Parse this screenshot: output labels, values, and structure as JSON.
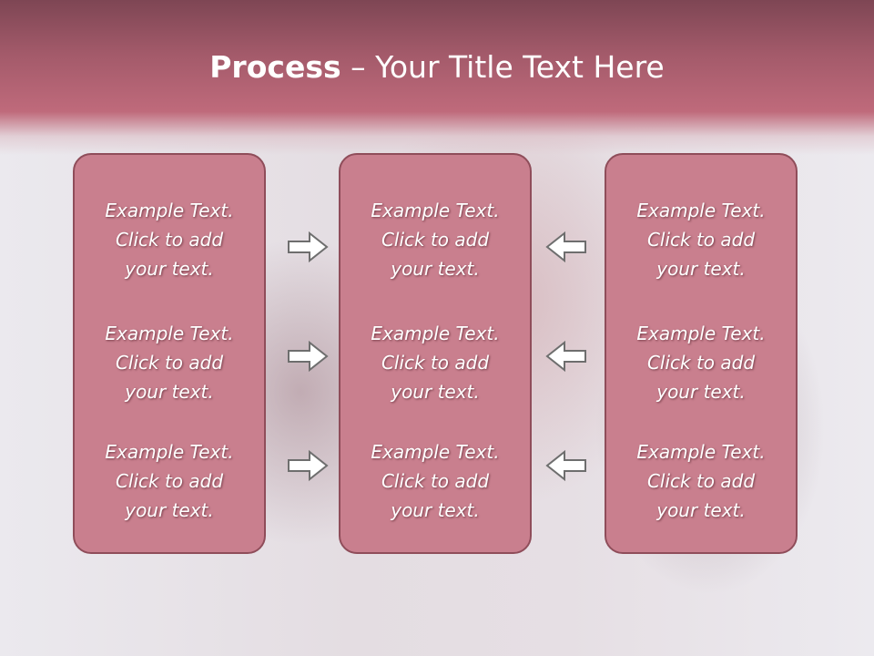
{
  "slide": {
    "title_bold": "Process",
    "title_rest": " – Your Title Text Here"
  },
  "columns": [
    {
      "items": [
        [
          "Example Text.",
          "Click  to add",
          "your text."
        ],
        [
          "Example Text.",
          "Click  to add",
          "your text."
        ],
        [
          "Example Text.",
          "Click  to add",
          "your text."
        ]
      ]
    },
    {
      "items": [
        [
          "Example Text.",
          "Click  to add",
          "your text."
        ],
        [
          "Example Text.",
          "Click  to add",
          "your text."
        ],
        [
          "Example Text.",
          "Click  to add",
          "your text."
        ]
      ]
    },
    {
      "items": [
        [
          "Example Text.",
          "Click  to add",
          "your text."
        ],
        [
          "Example Text.",
          "Click  to add",
          "your text."
        ],
        [
          "Example Text.",
          "Click  to add",
          "your text."
        ]
      ]
    }
  ],
  "arrows": {
    "left_group": "right-arrow-icon",
    "right_group": "left-arrow-icon"
  },
  "colors": {
    "header": "#bf6a7b",
    "box_fill": "#c97f8e",
    "box_border": "#8f4d5a",
    "text": "#ffffff"
  }
}
